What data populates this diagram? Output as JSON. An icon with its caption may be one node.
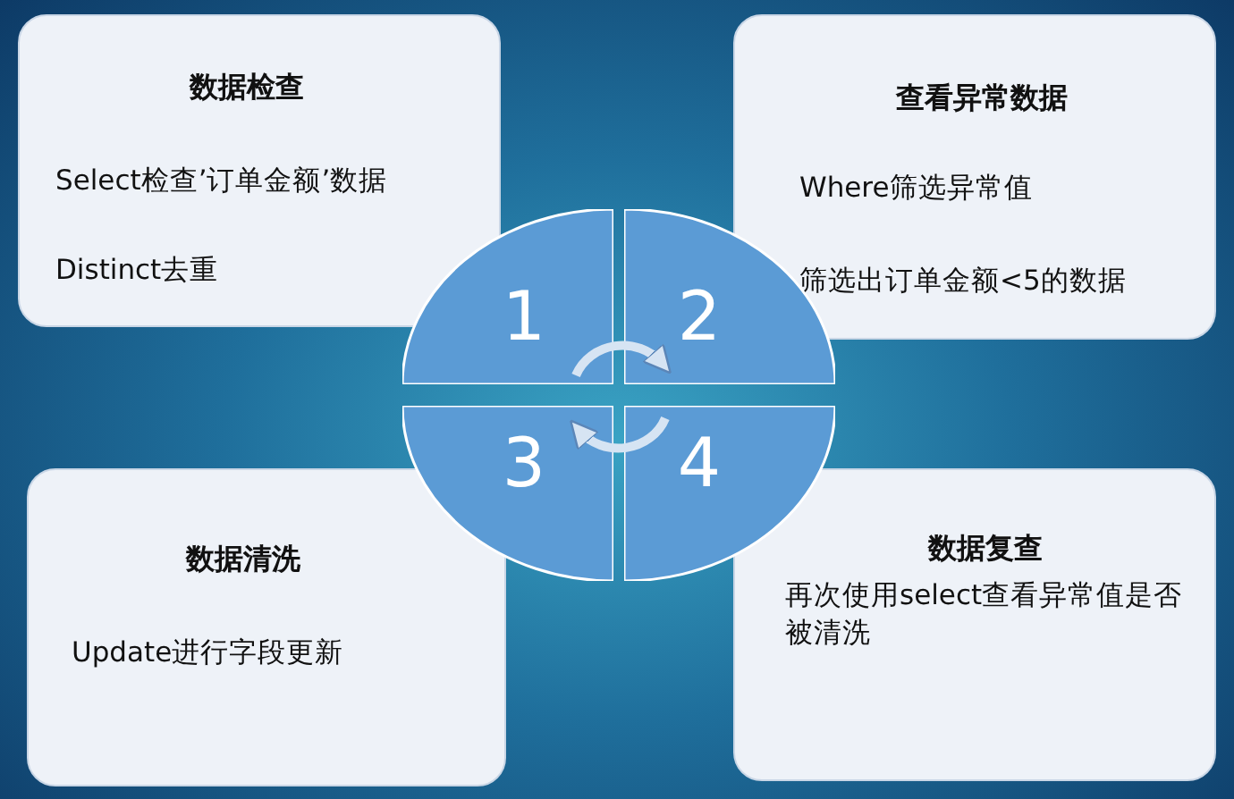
{
  "diagram": {
    "nodes": [
      {
        "text": [
          "数据检查",
          "Select检查’订单金额’数据",
          "Distinct去重"
        ]
      },
      {
        "text": [
          "查看异常数据",
          "Where筛选异常值",
          "筛选出订单金额<5的数据"
        ]
      },
      {
        "text": [
          "数据清洗",
          "Update进行字段更新"
        ]
      },
      {
        "text": [
          "数据复查",
          "再次使用select查看异常值是否被清洗"
        ]
      },
      {
        "text": [
          "1"
        ]
      },
      {
        "text": [
          "2"
        ]
      },
      {
        "text": [
          "3"
        ]
      },
      {
        "text": [
          "4"
        ]
      }
    ],
    "edges": [
      {
        "from": 4,
        "to": 5,
        "arrow": "to"
      },
      {
        "from": 7,
        "to": 6,
        "arrow": "to"
      }
    ]
  }
}
